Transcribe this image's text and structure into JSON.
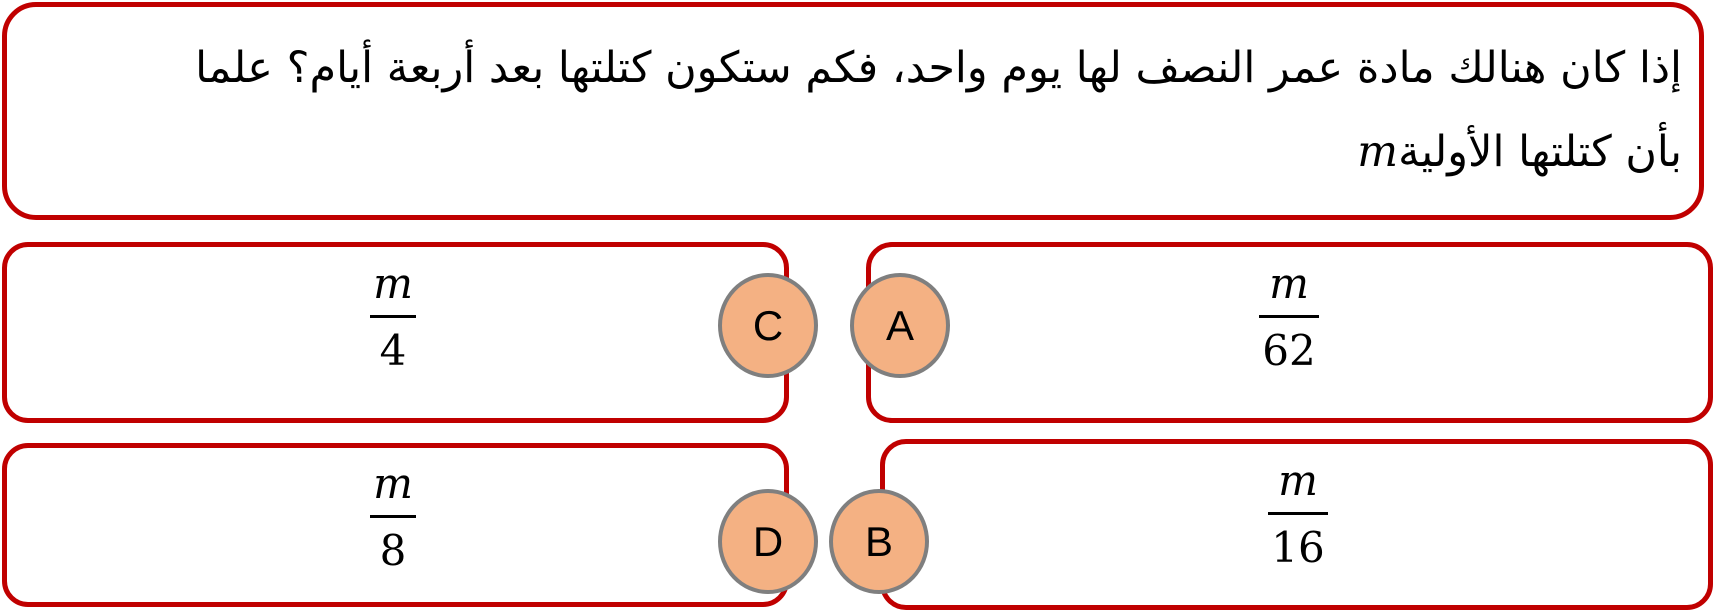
{
  "question": {
    "text": "إذا كان هنالك مادة عمر النصف لها يوم واحد، فكم ستكون كتلتها بعد أربعة أيام؟ علما بأن كتلتها الأولية",
    "variable": "m"
  },
  "options": {
    "a": {
      "letter": "A",
      "numerator": "m",
      "denominator": "62"
    },
    "b": {
      "letter": "B",
      "numerator": "m",
      "denominator": "16"
    },
    "c": {
      "letter": "C",
      "numerator": "m",
      "denominator": "4"
    },
    "d": {
      "letter": "D",
      "numerator": "m",
      "denominator": "8"
    }
  },
  "colors": {
    "box_border": "#c00000",
    "badge_fill": "#f4b183",
    "badge_border": "#7f7f7f"
  }
}
